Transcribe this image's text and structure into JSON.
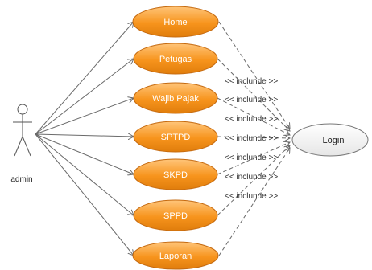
{
  "actor": {
    "label": "admin"
  },
  "use_cases": [
    {
      "label": "Home"
    },
    {
      "label": "Petugas"
    },
    {
      "label": "Wajib Pajak"
    },
    {
      "label": "SPTPD"
    },
    {
      "label": "SKPD"
    },
    {
      "label": "SPPD"
    },
    {
      "label": "Laporan"
    }
  ],
  "login": {
    "label": "Login"
  },
  "include_labels": [
    "<< inclunde >>",
    "<< inclunde >>",
    "<< inclunde >>",
    "<< inclunde >>",
    "<< inclunde >>",
    "<< inclunde >>",
    "<< inclunde >>"
  ],
  "colors": {
    "use_case_fill": "#f7941d",
    "use_case_stroke": "#c56a10",
    "login_fill": "#f2f2f2",
    "line": "#6a6a6a"
  }
}
